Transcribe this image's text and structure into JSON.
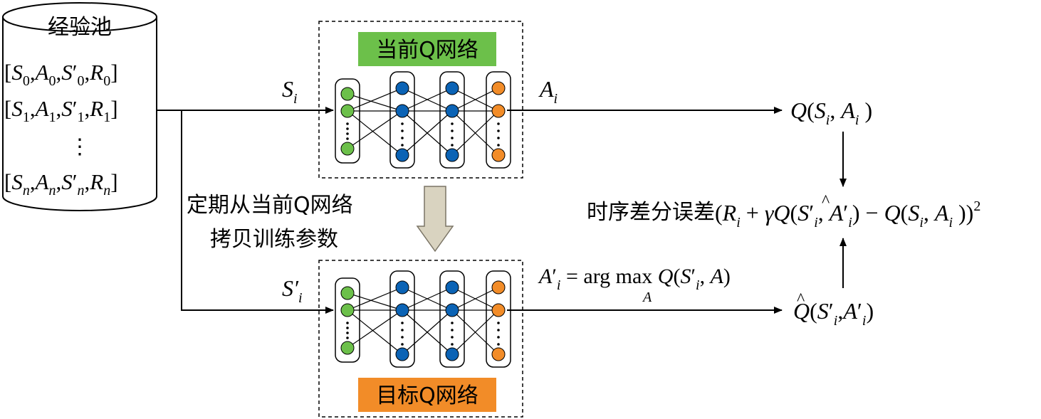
{
  "pool": {
    "title": "经验池",
    "rows": [
      "0",
      "1",
      "n"
    ],
    "vdots": "⋮"
  },
  "current_network": {
    "label": "当前Q网络",
    "fill": "#6cc04a"
  },
  "target_network": {
    "label": "目标Q网络",
    "fill": "#f28c28"
  },
  "copy_note": {
    "line1": "定期从当前Q网络",
    "line2": "拷贝训练参数"
  },
  "inputs": {
    "state": "S",
    "state_next": "S′",
    "sub": "i"
  },
  "outputs": {
    "action": "A",
    "q_current": "Q(Si, Ai)",
    "q_target": "Q̂(S′i, A′i)",
    "argmax": "A′i = arg max_A Q(S′i, A)"
  },
  "td_error": {
    "prefix": "时序差分误差",
    "formula": "(Ri + γQ̂(S′i, A′i) − Q(Si, Ai))²"
  },
  "node_colors": {
    "input": "#6cc04a",
    "hidden": "#0b63b5",
    "output": "#f28c28"
  }
}
